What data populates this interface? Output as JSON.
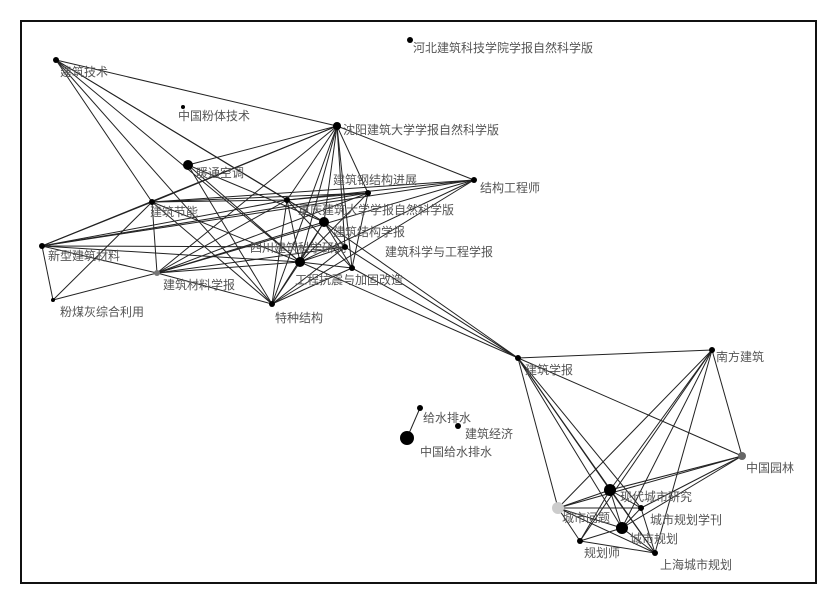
{
  "nodes": [
    {
      "label": "建筑技术",
      "size": 2
    },
    {
      "label": "中国粉体技术",
      "size": 1
    },
    {
      "label": "河北建筑科技学院学报自然科学版",
      "size": 2
    },
    {
      "label": "沈阳建筑大学学报自然科学版",
      "size": 3
    },
    {
      "label": "暖通空调",
      "size": 4
    },
    {
      "label": "结构工程师",
      "size": 2
    },
    {
      "label": "建筑钢结构进展",
      "size": 2
    },
    {
      "label": "建筑节能",
      "size": 2
    },
    {
      "label": "重庆建筑大学学报自然科学版",
      "size": 2
    },
    {
      "label": "建筑结构学报",
      "size": 4
    },
    {
      "label": "新型建筑材料",
      "size": 2
    },
    {
      "label": "四川建筑科学研究",
      "size": 4
    },
    {
      "label": "建筑科学与工程学报",
      "size": 2
    },
    {
      "label": "工程抗震与加固改造",
      "size": 2
    },
    {
      "label": "建筑材料学报",
      "size": 2,
      "color": "#777777"
    },
    {
      "label": "粉煤灰综合利用",
      "size": 1
    },
    {
      "label": "特种结构",
      "size": 2
    },
    {
      "label": "建筑学报",
      "size": 2
    },
    {
      "label": "南方建筑",
      "size": 2
    },
    {
      "label": "给水排水",
      "size": 2
    },
    {
      "label": "建筑经济",
      "size": 2
    },
    {
      "label": "中国给水排水",
      "size": 6
    },
    {
      "label": "中国园林",
      "size": 3,
      "color": "#666666"
    },
    {
      "label": "现代城市研究",
      "size": 5
    },
    {
      "label": "城市规划学刊",
      "size": 2
    },
    {
      "label": "城市问题",
      "size": 5,
      "color": "#cccccc"
    },
    {
      "label": "城市规划",
      "size": 5
    },
    {
      "label": "规划师",
      "size": 2
    },
    {
      "label": "上海城市规划",
      "size": 2
    }
  ],
  "edges": [
    [
      0,
      3
    ],
    [
      0,
      7
    ],
    [
      0,
      9
    ],
    [
      0,
      11
    ],
    [
      0,
      16
    ],
    [
      0,
      8
    ],
    [
      3,
      4
    ],
    [
      3,
      5
    ],
    [
      3,
      6
    ],
    [
      3,
      7
    ],
    [
      3,
      8
    ],
    [
      3,
      9
    ],
    [
      3,
      10
    ],
    [
      3,
      11
    ],
    [
      3,
      12
    ],
    [
      3,
      13
    ],
    [
      3,
      14
    ],
    [
      3,
      16
    ],
    [
      4,
      9
    ],
    [
      4,
      11
    ],
    [
      4,
      16
    ],
    [
      5,
      7
    ],
    [
      5,
      8
    ],
    [
      5,
      10
    ],
    [
      5,
      14
    ],
    [
      5,
      16
    ],
    [
      5,
      11
    ],
    [
      6,
      7
    ],
    [
      6,
      8
    ],
    [
      6,
      10
    ],
    [
      6,
      11
    ],
    [
      6,
      13
    ],
    [
      6,
      14
    ],
    [
      7,
      10
    ],
    [
      7,
      14
    ],
    [
      7,
      15
    ],
    [
      7,
      8
    ],
    [
      7,
      11
    ],
    [
      7,
      16
    ],
    [
      8,
      9
    ],
    [
      8,
      10
    ],
    [
      8,
      11
    ],
    [
      8,
      14
    ],
    [
      8,
      16
    ],
    [
      8,
      13
    ],
    [
      9,
      11
    ],
    [
      9,
      12
    ],
    [
      9,
      13
    ],
    [
      9,
      14
    ],
    [
      9,
      16
    ],
    [
      9,
      17
    ],
    [
      10,
      11
    ],
    [
      10,
      14
    ],
    [
      10,
      15
    ],
    [
      10,
      12
    ],
    [
      11,
      12
    ],
    [
      11,
      13
    ],
    [
      11,
      14
    ],
    [
      11,
      16
    ],
    [
      11,
      17
    ],
    [
      12,
      14
    ],
    [
      12,
      16
    ],
    [
      13,
      16
    ],
    [
      13,
      17
    ],
    [
      14,
      15
    ],
    [
      14,
      16
    ],
    [
      12,
      17
    ],
    [
      17,
      18
    ],
    [
      17,
      22
    ],
    [
      17,
      23
    ],
    [
      17,
      24
    ],
    [
      17,
      25
    ],
    [
      17,
      26
    ],
    [
      17,
      28
    ],
    [
      18,
      22
    ],
    [
      18,
      23
    ],
    [
      18,
      25
    ],
    [
      18,
      26
    ],
    [
      18,
      27
    ],
    [
      18,
      28
    ],
    [
      22,
      23
    ],
    [
      22,
      25
    ],
    [
      22,
      26
    ],
    [
      22,
      24
    ],
    [
      23,
      24
    ],
    [
      23,
      25
    ],
    [
      23,
      26
    ],
    [
      23,
      27
    ],
    [
      23,
      28
    ],
    [
      24,
      25
    ],
    [
      24,
      26
    ],
    [
      24,
      28
    ],
    [
      25,
      26
    ],
    [
      25,
      27
    ],
    [
      25,
      28
    ],
    [
      26,
      27
    ],
    [
      26,
      28
    ],
    [
      27,
      28
    ],
    [
      19,
      21
    ]
  ]
}
